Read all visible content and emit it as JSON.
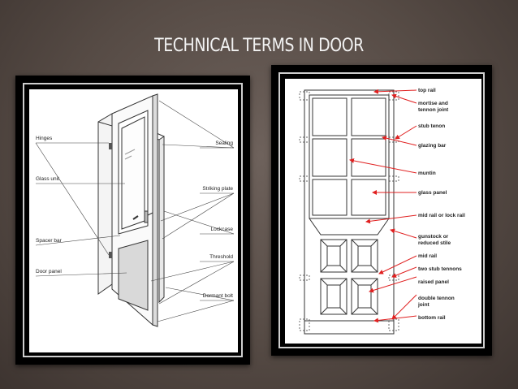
{
  "title": "TECHNICAL TERMS IN DOOR",
  "left_diagram": {
    "labels_left": [
      "Hinges",
      "Glass unit",
      "Spacer bar",
      "Door panel"
    ],
    "labels_right": [
      "Sealing",
      "Striking plate",
      "Lockcase",
      "Threshold",
      "Dormant bolt"
    ]
  },
  "right_diagram": {
    "labels": [
      "top rail",
      "mortise and",
      "tennon joint",
      "stub tenon",
      "glazing bar",
      "muntin",
      "glass panel",
      "mid rail or lock rail",
      "gunstock or",
      "reduced stile",
      "mid rail",
      "two stub tennons",
      "raised panel",
      "double tennon",
      "joint",
      "bottom rail"
    ]
  },
  "colors": {
    "arrow": "#e02020",
    "line": "#333333"
  }
}
